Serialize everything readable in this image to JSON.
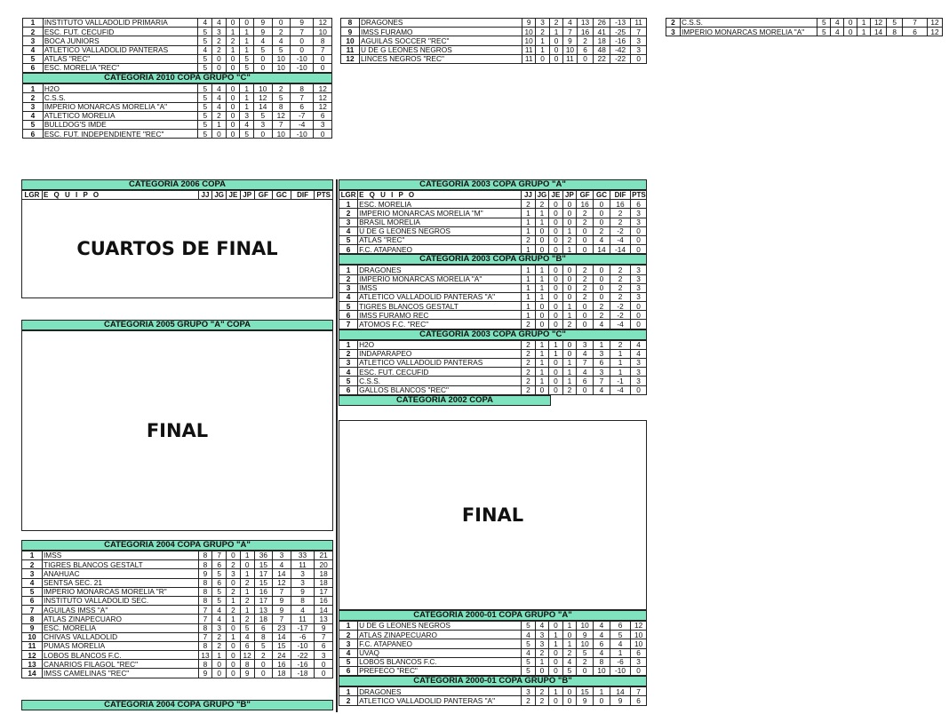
{
  "headers": {
    "lgr": "LGR",
    "equipo": "E Q U I P O",
    "jj": "JJ",
    "jg": "JG",
    "je": "JE",
    "jp": "JP",
    "gf": "GF",
    "gc": "GC",
    "dif": "DIF",
    "pts": "PTS"
  },
  "top_left": [
    [
      "1",
      "INSTITUTO VALLADOLID PRIMARIA",
      "4",
      "4",
      "0",
      "0",
      "9",
      "0",
      "9",
      "12"
    ],
    [
      "2",
      "ESC. FUT. CECUFID",
      "5",
      "3",
      "1",
      "1",
      "9",
      "2",
      "7",
      "10"
    ],
    [
      "3",
      "BOCA JUNIORS",
      "5",
      "2",
      "2",
      "1",
      "4",
      "4",
      "0",
      "8"
    ],
    [
      "4",
      "ATLETICO VALLADOLID PANTERAS",
      "4",
      "2",
      "1",
      "1",
      "5",
      "5",
      "0",
      "7"
    ],
    [
      "5",
      "ATLAS \"REC\"",
      "5",
      "0",
      "0",
      "5",
      "0",
      "10",
      "-10",
      "0"
    ],
    [
      "6",
      "ESC. MORELIA \"REC\"",
      "5",
      "0",
      "0",
      "5",
      "0",
      "10",
      "-10",
      "0"
    ]
  ],
  "cat2010c": {
    "title": "CATEGORIA 2010 COPA GRUPO \"C\"",
    "rows": [
      [
        "1",
        "H2O",
        "5",
        "4",
        "0",
        "1",
        "10",
        "2",
        "8",
        "12"
      ],
      [
        "2",
        "C.S.S.",
        "5",
        "4",
        "0",
        "1",
        "12",
        "5",
        "7",
        "12"
      ],
      [
        "3",
        "IMPERIO MONARCAS MORELIA \"A\"",
        "5",
        "4",
        "0",
        "1",
        "14",
        "8",
        "6",
        "12"
      ],
      [
        "4",
        "ATLETICO MORELIA",
        "5",
        "2",
        "0",
        "3",
        "5",
        "12",
        "-7",
        "6"
      ],
      [
        "5",
        "BULLDOG'S IMDE",
        "5",
        "1",
        "0",
        "4",
        "3",
        "7",
        "-4",
        "3"
      ],
      [
        "6",
        "ESC. FUT. INDEPENDIENTE \"REC\"",
        "5",
        "0",
        "0",
        "5",
        "0",
        "10",
        "-10",
        "0"
      ]
    ]
  },
  "top_mid": [
    [
      "8",
      "DRAGONES",
      "9",
      "3",
      "2",
      "4",
      "13",
      "26",
      "-13",
      "11"
    ],
    [
      "9",
      "IMSS FURAMO",
      "10",
      "2",
      "1",
      "7",
      "16",
      "41",
      "-25",
      "7"
    ],
    [
      "10",
      "AGUILAS SOCCER \"REC\"",
      "10",
      "1",
      "0",
      "9",
      "2",
      "18",
      "-16",
      "3"
    ],
    [
      "11",
      "U DE G LEONES NEGROS",
      "11",
      "1",
      "0",
      "10",
      "6",
      "48",
      "-42",
      "3"
    ],
    [
      "12",
      "LINCES NEGROS \"REC\"",
      "11",
      "0",
      "0",
      "11",
      "0",
      "22",
      "-22",
      "0"
    ]
  ],
  "top_right": [
    [
      "2",
      "C.S.S.",
      "5",
      "4",
      "0",
      "1",
      "12",
      "5",
      "7",
      "12"
    ],
    [
      "3",
      "IMPERIO MONARCAS MORELIA \"A\"",
      "5",
      "4",
      "0",
      "1",
      "14",
      "8",
      "6",
      "12"
    ]
  ],
  "cat2006": {
    "title": "CATEGORIA 2006  COPA",
    "body": "CUARTOS DE FINAL"
  },
  "cat2005a": {
    "title": "CATEGORIA 2005 GRUPO \"A\" COPA",
    "body": "FINAL"
  },
  "cat2004a": {
    "title": "CATEGORIA 2004  COPA GRUPO \"A\"",
    "rows": [
      [
        "1",
        "IMSS",
        "8",
        "7",
        "0",
        "1",
        "36",
        "3",
        "33",
        "21"
      ],
      [
        "2",
        "TIGRES BLANCOS GESTALT",
        "8",
        "6",
        "2",
        "0",
        "15",
        "4",
        "11",
        "20"
      ],
      [
        "3",
        "ANAHUAC",
        "9",
        "5",
        "3",
        "1",
        "17",
        "14",
        "3",
        "18"
      ],
      [
        "4",
        "SENTSA SEC. 21",
        "8",
        "6",
        "0",
        "2",
        "15",
        "12",
        "3",
        "18"
      ],
      [
        "5",
        "IMPERIO MONARCAS MORELIA \"R\"",
        "8",
        "5",
        "2",
        "1",
        "16",
        "7",
        "9",
        "17"
      ],
      [
        "6",
        "INSTITUTO VALLADOLID SEC.",
        "8",
        "5",
        "1",
        "2",
        "17",
        "9",
        "8",
        "16"
      ],
      [
        "7",
        "AGUILAS IMSS \"A\"",
        "7",
        "4",
        "2",
        "1",
        "13",
        "9",
        "4",
        "14"
      ],
      [
        "8",
        "ATLAS ZINAPECUARO",
        "7",
        "4",
        "1",
        "2",
        "18",
        "7",
        "11",
        "13"
      ],
      [
        "9",
        "ESC. MORELIA",
        "8",
        "3",
        "0",
        "5",
        "6",
        "23",
        "-17",
        "9"
      ],
      [
        "10",
        "CHIVAS VALLADOLID",
        "7",
        "2",
        "1",
        "4",
        "8",
        "14",
        "-6",
        "7"
      ],
      [
        "11",
        "PUMAS MORELIA",
        "8",
        "2",
        "0",
        "6",
        "5",
        "15",
        "-10",
        "6"
      ],
      [
        "12",
        "LOBOS BLANCOS F.C.",
        "13",
        "1",
        "0",
        "12",
        "2",
        "24",
        "-22",
        "3"
      ],
      [
        "13",
        "CANARIOS FILAGOL \"REC\"",
        "8",
        "0",
        "0",
        "8",
        "0",
        "16",
        "-16",
        "0"
      ],
      [
        "14",
        "IMSS CAMELINAS \"REC\"",
        "9",
        "0",
        "0",
        "9",
        "0",
        "18",
        "-18",
        "0"
      ]
    ]
  },
  "cat2004b": {
    "title": "CATEGORIA 2004  COPA GRUPO \"B\""
  },
  "cat2003a": {
    "title": "CATEGORIA 2003 COPA GRUPO \"A\"",
    "rows": [
      [
        "1",
        "ESC. MORELIA",
        "2",
        "2",
        "0",
        "0",
        "16",
        "0",
        "16",
        "6"
      ],
      [
        "2",
        "IMPERIO MONARCAS MORELIA \"M\"",
        "1",
        "1",
        "0",
        "0",
        "2",
        "0",
        "2",
        "3"
      ],
      [
        "3",
        "BRASIL MORELIA",
        "1",
        "1",
        "0",
        "0",
        "2",
        "0",
        "2",
        "3"
      ],
      [
        "4",
        "U DE G LEONES NEGROS",
        "1",
        "0",
        "0",
        "1",
        "0",
        "2",
        "-2",
        "0"
      ],
      [
        "5",
        "ATLAS \"REC\"",
        "2",
        "0",
        "0",
        "2",
        "0",
        "4",
        "-4",
        "0"
      ],
      [
        "6",
        "F.C. ATAPANEO",
        "1",
        "0",
        "0",
        "1",
        "0",
        "14",
        "-14",
        "0"
      ]
    ]
  },
  "cat2003b": {
    "title": "CATEGORIA 2003 COPA GRUPO \"B\"",
    "rows": [
      [
        "1",
        "DRAGONES",
        "1",
        "1",
        "0",
        "0",
        "2",
        "0",
        "2",
        "3"
      ],
      [
        "2",
        "IMPERIO MONARCAS MORELIA \"A\"",
        "1",
        "1",
        "0",
        "0",
        "2",
        "0",
        "2",
        "3"
      ],
      [
        "3",
        "IMSS",
        "1",
        "1",
        "0",
        "0",
        "2",
        "0",
        "2",
        "3"
      ],
      [
        "4",
        "ATLETICO VALLADOLID PANTERAS \"A\"",
        "1",
        "1",
        "0",
        "0",
        "2",
        "0",
        "2",
        "3"
      ],
      [
        "5",
        "TIGRES BLANCOS GESTALT",
        "1",
        "0",
        "0",
        "1",
        "0",
        "2",
        "-2",
        "0"
      ],
      [
        "6",
        "IMSS FURAMO REC",
        "1",
        "0",
        "0",
        "1",
        "0",
        "2",
        "-2",
        "0"
      ],
      [
        "7",
        "ATOMOS F.C. \"REC\"",
        "2",
        "0",
        "0",
        "2",
        "0",
        "4",
        "-4",
        "0"
      ]
    ]
  },
  "cat2003c": {
    "title": "CATEGORIA 2003 COPA GRUPO \"C\"",
    "rows": [
      [
        "1",
        "H2O",
        "2",
        "1",
        "1",
        "0",
        "3",
        "1",
        "2",
        "4"
      ],
      [
        "2",
        "INDAPARAPEO",
        "2",
        "1",
        "1",
        "0",
        "4",
        "3",
        "1",
        "4"
      ],
      [
        "3",
        "ATLETICO VALLADOLID PANTERAS",
        "2",
        "1",
        "0",
        "1",
        "7",
        "6",
        "1",
        "3"
      ],
      [
        "4",
        "ESC. FUT. CECUFID",
        "2",
        "1",
        "0",
        "1",
        "4",
        "3",
        "1",
        "3"
      ],
      [
        "5",
        "C.S.S.",
        "2",
        "1",
        "0",
        "1",
        "6",
        "7",
        "-1",
        "3"
      ],
      [
        "6",
        "GALLOS BLANCOS \"REC\"",
        "2",
        "0",
        "0",
        "2",
        "0",
        "4",
        "-4",
        "0"
      ]
    ]
  },
  "cat2002": {
    "title": "CATEGORIA 2002  COPA",
    "body": "FINAL"
  },
  "cat2000a": {
    "title": "CATEGORIA 2000-01 COPA GRUPO \"A\"",
    "rows": [
      [
        "1",
        "U DE G LEONES NEGROS",
        "5",
        "4",
        "0",
        "1",
        "10",
        "4",
        "6",
        "12"
      ],
      [
        "2",
        "ATLAS ZINAPECUARO",
        "4",
        "3",
        "1",
        "0",
        "9",
        "4",
        "5",
        "10"
      ],
      [
        "3",
        "F.C. ATAPANEO",
        "5",
        "3",
        "1",
        "1",
        "10",
        "6",
        "4",
        "10"
      ],
      [
        "4",
        "UVAQ",
        "4",
        "2",
        "0",
        "2",
        "5",
        "4",
        "1",
        "6"
      ],
      [
        "5",
        "LOBOS BLANCOS F.C.",
        "5",
        "1",
        "0",
        "4",
        "2",
        "8",
        "-6",
        "3"
      ],
      [
        "6",
        "PREFECO \"REC\"",
        "5",
        "0",
        "0",
        "5",
        "0",
        "10",
        "-10",
        "0"
      ]
    ]
  },
  "cat2000b": {
    "title": "CATEGORIA 2000-01 COPA GRUPO \"B\"",
    "rows": [
      [
        "1",
        "DRAGONES",
        "3",
        "2",
        "1",
        "0",
        "15",
        "1",
        "14",
        "7"
      ],
      [
        "2",
        "ATLETICO VALLADOLID PANTERAS \"A\"",
        "2",
        "2",
        "0",
        "0",
        "9",
        "0",
        "9",
        "6"
      ]
    ]
  }
}
